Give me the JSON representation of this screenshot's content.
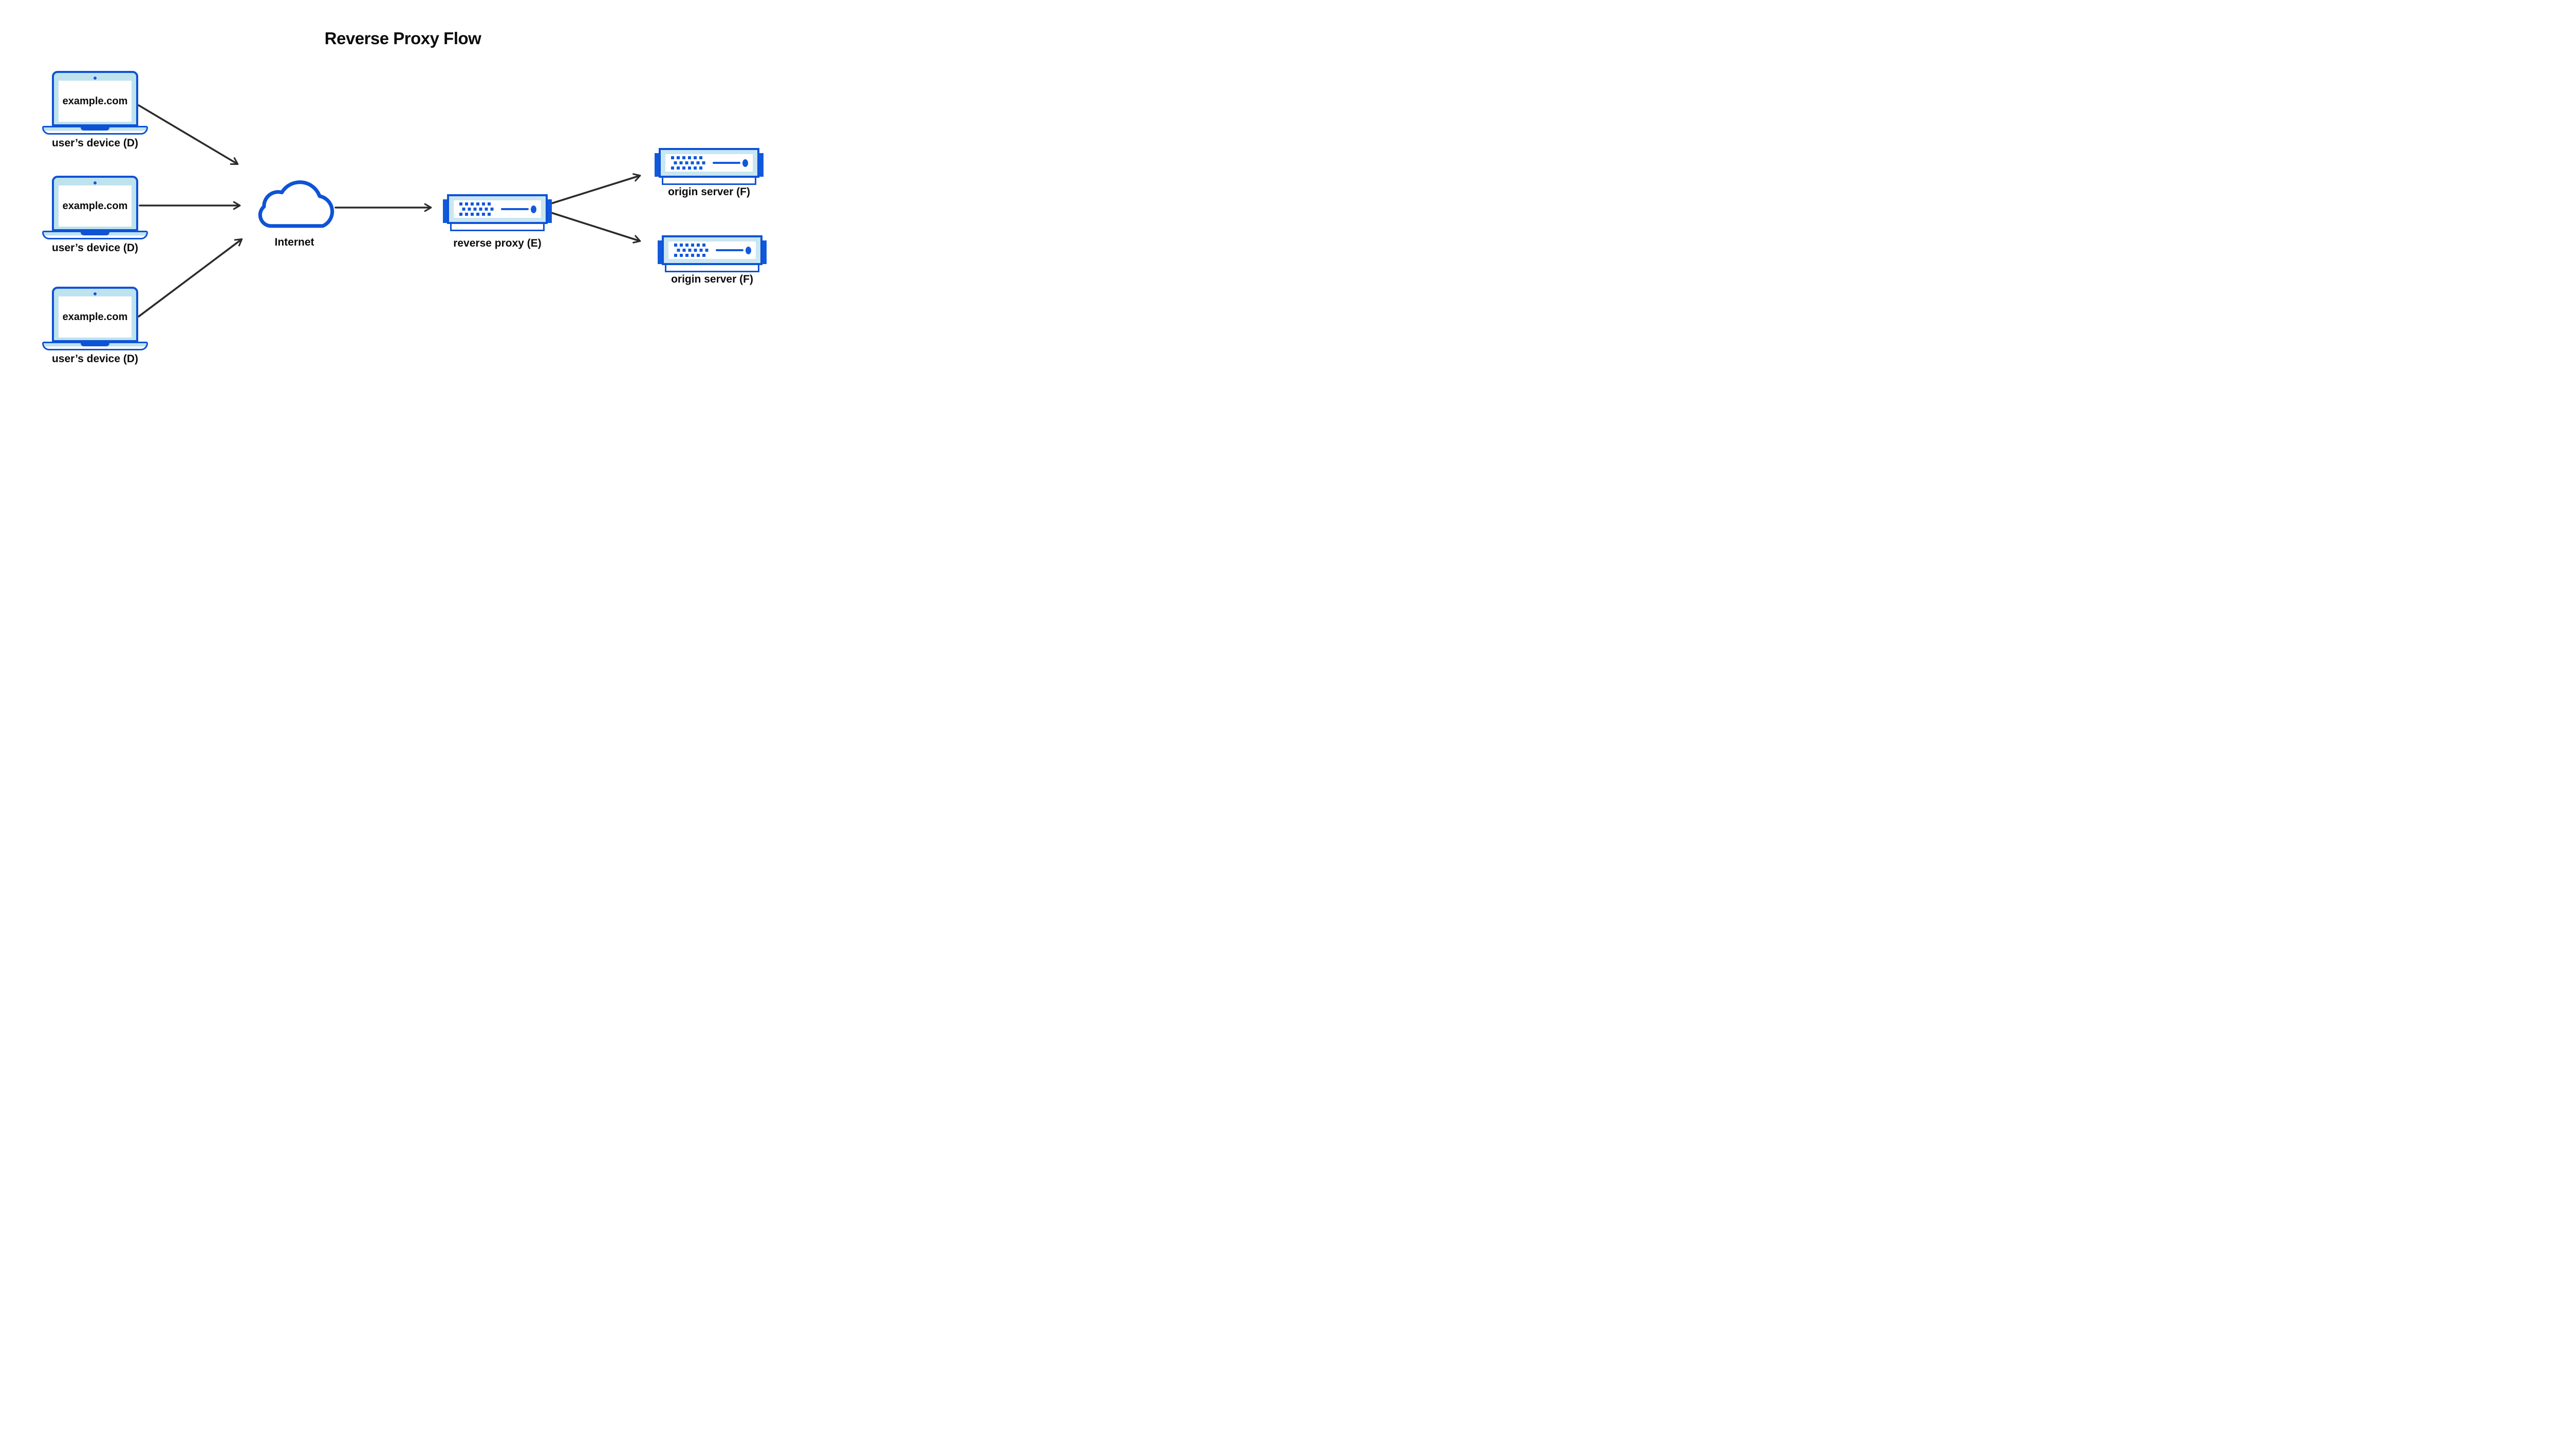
{
  "title": "Reverse Proxy Flow",
  "colors": {
    "outline_blue": "#0e53d6",
    "accent_blue": "#1159dc",
    "light_blue_fill": "#bfe2ef",
    "panel_white": "#ffffff",
    "arrow_color": "#2b2b2b",
    "text_color": "#0b0b0b"
  },
  "nodes": {
    "devices": [
      {
        "screen_text": "example.com",
        "label": "user’s device (D)"
      },
      {
        "screen_text": "example.com",
        "label": "user’s device (D)"
      },
      {
        "screen_text": "example.com",
        "label": "user’s device (D)"
      }
    ],
    "internet": {
      "label": "Internet"
    },
    "reverse_proxy": {
      "label": "reverse proxy (E)"
    },
    "origin_servers": [
      {
        "label": "origin server (F)"
      },
      {
        "label": "origin server (F)"
      }
    ]
  },
  "arrows": [
    {
      "from": "user-device-1",
      "to": "internet"
    },
    {
      "from": "user-device-2",
      "to": "internet"
    },
    {
      "from": "user-device-3",
      "to": "internet"
    },
    {
      "from": "internet",
      "to": "reverse-proxy"
    },
    {
      "from": "reverse-proxy",
      "to": "origin-server-1"
    },
    {
      "from": "reverse-proxy",
      "to": "origin-server-2"
    }
  ],
  "icons": [
    "laptop-icon",
    "cloud-icon",
    "server-icon"
  ]
}
